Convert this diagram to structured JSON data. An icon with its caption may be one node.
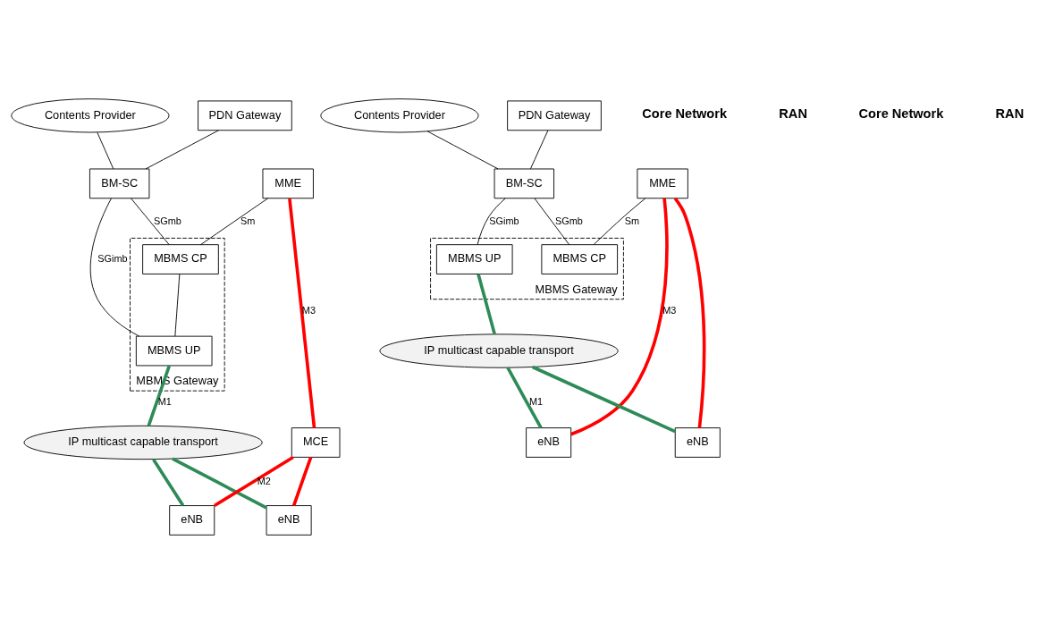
{
  "diagram": {
    "nodes": [
      {
        "text": [
          "Contents Provider"
        ]
      },
      {
        "text": [
          "PDN Gateway"
        ]
      },
      {
        "text": [
          "BM-SC"
        ]
      },
      {
        "text": [
          "MBMS Gateway"
        ]
      },
      {
        "text": [
          "MBMS CP"
        ],
        "in": 3
      },
      {
        "text": [
          "MBMS UP"
        ],
        "in": 3
      },
      {
        "text": [
          "MME"
        ]
      },
      {
        "text": [
          "IP multicast capable transport"
        ]
      },
      {
        "text": [
          "MCE"
        ]
      },
      {
        "text": [
          "eNB"
        ]
      },
      {
        "text": [
          "eNB"
        ]
      },
      {
        "text": [
          "Contents Provider"
        ]
      },
      {
        "text": [
          "PDN Gateway"
        ]
      },
      {
        "text": [
          "BM-SC"
        ]
      },
      {
        "text": [
          "MBMS Gateway"
        ]
      },
      {
        "text": [
          "MBMS CP"
        ],
        "in": 14
      },
      {
        "text": [
          "MBMS UP"
        ],
        "in": 14
      },
      {
        "text": [
          "MME"
        ]
      },
      {
        "text": [
          "IP multicast capable transport"
        ]
      },
      {
        "text": [
          "eNB"
        ]
      },
      {
        "text": [
          "eNB"
        ]
      }
    ],
    "edges": [
      {
        "from": 0,
        "to": 2,
        "arrow": "none"
      },
      {
        "from": 1,
        "to": 2,
        "arrow": "none"
      },
      {
        "from": 2,
        "to": 4,
        "arrow": "none",
        "label": "SGmb"
      },
      {
        "from": 2,
        "to": 5,
        "arrow": "none",
        "label": "SGimb"
      },
      {
        "from": 6,
        "to": 4,
        "arrow": "none",
        "label": "Sm"
      },
      {
        "from": 4,
        "to": 5,
        "arrow": "none"
      },
      {
        "from": 5,
        "to": 7,
        "arrow": "none",
        "label": "M1",
        "style": "thick",
        "color": "#2e8b57"
      },
      {
        "from": 6,
        "to": 8,
        "arrow": "none",
        "label": "M3",
        "style": "thick",
        "color": "#ff0000"
      },
      {
        "from": 8,
        "to": 9,
        "arrow": "none",
        "label": "M2",
        "style": "thick",
        "color": "#ff0000"
      },
      {
        "from": 8,
        "to": 10,
        "arrow": "none",
        "style": "thick",
        "color": "#ff0000"
      },
      {
        "from": 7,
        "to": 9,
        "arrow": "none",
        "style": "thick",
        "color": "#2e8b57"
      },
      {
        "from": 7,
        "to": 10,
        "arrow": "none",
        "style": "thick",
        "color": "#2e8b57"
      },
      {
        "from": 11,
        "to": 13,
        "arrow": "none"
      },
      {
        "from": 12,
        "to": 13,
        "arrow": "none"
      },
      {
        "from": 13,
        "to": 15,
        "arrow": "none",
        "label": "SGmb"
      },
      {
        "from": 13,
        "to": 16,
        "arrow": "none",
        "label": "SGimb"
      },
      {
        "from": 17,
        "to": 15,
        "arrow": "none",
        "label": "Sm"
      },
      {
        "from": 16,
        "to": 18,
        "arrow": "none",
        "style": "thick",
        "color": "#2e8b57"
      },
      {
        "from": 17,
        "to": 19,
        "arrow": "none",
        "style": "thick",
        "color": "#ff0000"
      },
      {
        "from": 17,
        "to": 20,
        "arrow": "none",
        "label": "M3",
        "style": "thick",
        "color": "#ff0000"
      },
      {
        "from": 18,
        "to": 19,
        "arrow": "none",
        "style": "thick",
        "color": "#2e8b57"
      },
      {
        "from": 18,
        "to": 20,
        "arrow": "none",
        "label": "M1",
        "style": "thick",
        "color": "#2e8b57"
      }
    ],
    "labels": [
      "Core Network",
      "RAN",
      "Core Network",
      "RAN"
    ]
  }
}
